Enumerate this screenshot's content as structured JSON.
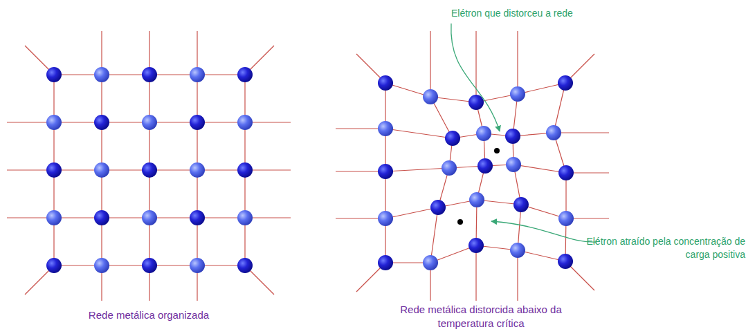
{
  "diagram": {
    "labels": [
      "Elétron que distorceu a rede",
      "Elétron atraído pela concentração de carga positiva",
      "Rede metálica organizada",
      "Rede metálica distorcida abaixo da temperatura crítica"
    ]
  }
}
